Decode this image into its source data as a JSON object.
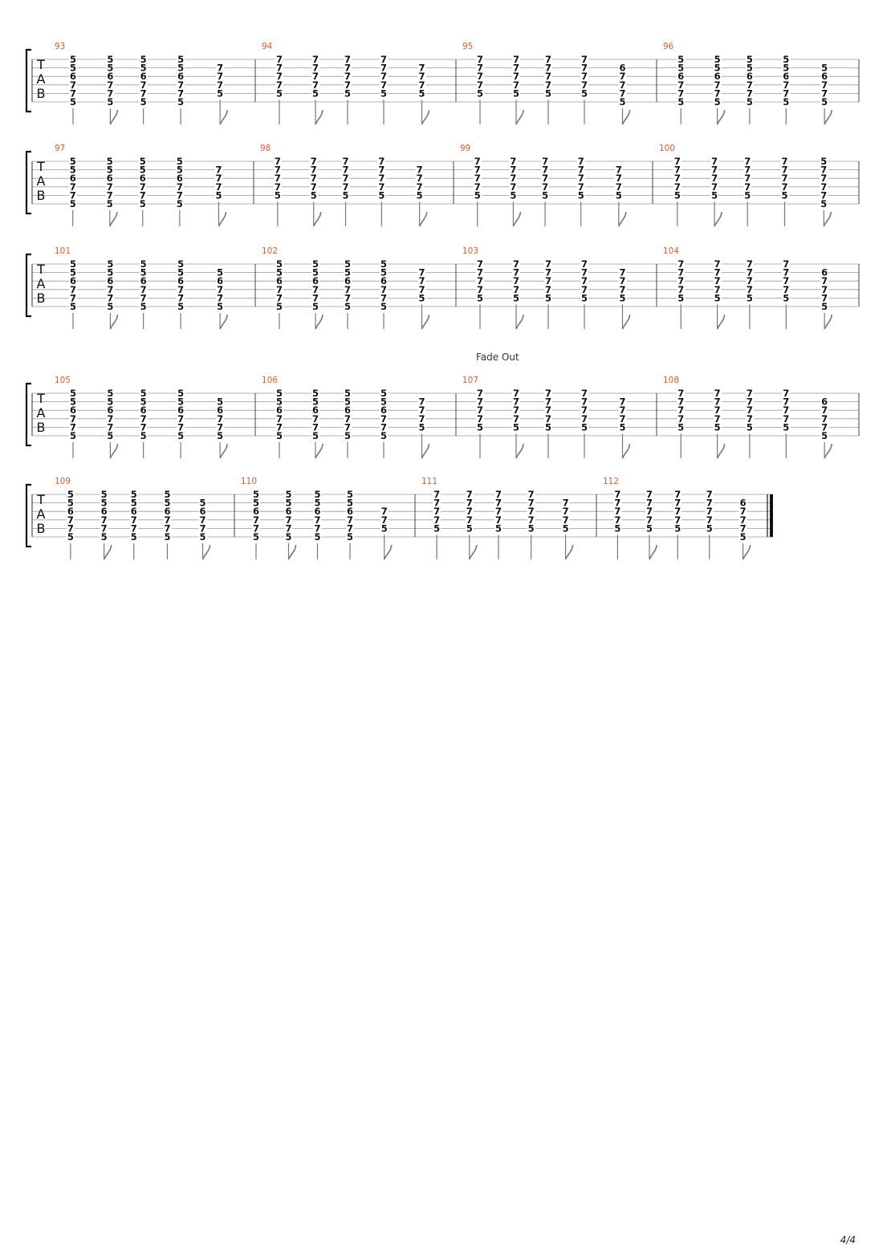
{
  "annotation": "Fade Out",
  "page_label": "4/4",
  "clef": [
    "T",
    "A",
    "B"
  ],
  "colors": {
    "measure_number": "#e8582c",
    "text": "#111111",
    "staff": "#9a9a9a",
    "stem": "#777777"
  },
  "chord_shapes": {
    "A": [
      "5",
      "5",
      "6",
      "7",
      "7",
      "5"
    ],
    "B": [
      "7",
      "7",
      "7",
      "7",
      "5",
      ""
    ],
    "C": [
      "5",
      "7",
      "7",
      "7",
      "7",
      "5"
    ],
    "D": [
      "",
      "7",
      "7",
      "7",
      "5",
      ""
    ],
    "E": [
      "",
      "5",
      "6",
      "7",
      "7",
      "5"
    ],
    "F": [
      "",
      "6",
      "7",
      "7",
      "7",
      "5"
    ],
    "G": [
      "",
      "",
      "7",
      "7",
      "5",
      ""
    ],
    "H": [
      "",
      "7",
      "7",
      "7",
      "5",
      ""
    ]
  },
  "systems": [
    {
      "measures": [
        {
          "number": "93",
          "beats": [
            "A",
            "A",
            "A",
            "A",
            "D"
          ]
        },
        {
          "number": "94",
          "beats": [
            "B",
            "B",
            "B",
            "B",
            "D"
          ]
        },
        {
          "number": "95",
          "beats": [
            "B",
            "B",
            "B",
            "B",
            "F"
          ]
        },
        {
          "number": "96",
          "beats": [
            "A",
            "A",
            "A",
            "A",
            "E"
          ]
        }
      ]
    },
    {
      "measures": [
        {
          "number": "97",
          "beats": [
            "A",
            "A",
            "A",
            "A",
            "D"
          ]
        },
        {
          "number": "98",
          "beats": [
            "B",
            "B",
            "B",
            "B",
            "D"
          ]
        },
        {
          "number": "99",
          "beats": [
            "B",
            "B",
            "B",
            "B",
            "D"
          ]
        },
        {
          "number": "100",
          "beats": [
            "B",
            "B",
            "B",
            "B",
            "C"
          ]
        }
      ]
    },
    {
      "measures": [
        {
          "number": "101",
          "beats": [
            "A",
            "A",
            "A",
            "A",
            "E"
          ]
        },
        {
          "number": "102",
          "beats": [
            "A",
            "A",
            "A",
            "A",
            "D"
          ]
        },
        {
          "number": "103",
          "beats": [
            "B",
            "B",
            "B",
            "B",
            "D"
          ]
        },
        {
          "number": "104",
          "beats": [
            "B",
            "B",
            "B",
            "B",
            "F"
          ]
        }
      ]
    },
    {
      "measures": [
        {
          "number": "105",
          "beats": [
            "A",
            "A",
            "A",
            "A",
            "E"
          ]
        },
        {
          "number": "106",
          "beats": [
            "A",
            "A",
            "A",
            "A",
            "D"
          ]
        },
        {
          "number": "107",
          "beats": [
            "B",
            "B",
            "B",
            "B",
            "D"
          ]
        },
        {
          "number": "108",
          "beats": [
            "B",
            "B",
            "B",
            "B",
            "F"
          ]
        }
      ]
    },
    {
      "measures": [
        {
          "number": "109",
          "beats": [
            "A",
            "A",
            "A",
            "A",
            "E"
          ]
        },
        {
          "number": "110",
          "beats": [
            "A",
            "A",
            "A",
            "A",
            "G"
          ]
        },
        {
          "number": "111",
          "beats": [
            "B",
            "B",
            "B",
            "B",
            "H"
          ]
        },
        {
          "number": "112",
          "beats": [
            "B",
            "B",
            "B",
            "B",
            "F"
          ]
        }
      ]
    }
  ]
}
